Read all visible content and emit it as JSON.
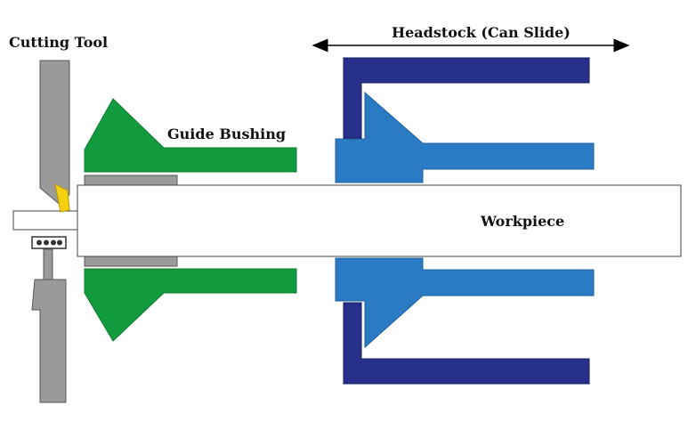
{
  "labels": {
    "cutting_tool": "Cutting Tool",
    "guide_bushing": "Guide Bushing",
    "headstock": "Headstock (Can Slide)",
    "workpiece": "Workpiece"
  },
  "colors": {
    "guide_bushing": "#129b3e",
    "headstock_frame": "#27308a",
    "headstock_collet": "#2a7bc4",
    "tool_gray": "#9a9a9a",
    "insert_yellow": "#f5d20f",
    "outline": "#333333"
  }
}
